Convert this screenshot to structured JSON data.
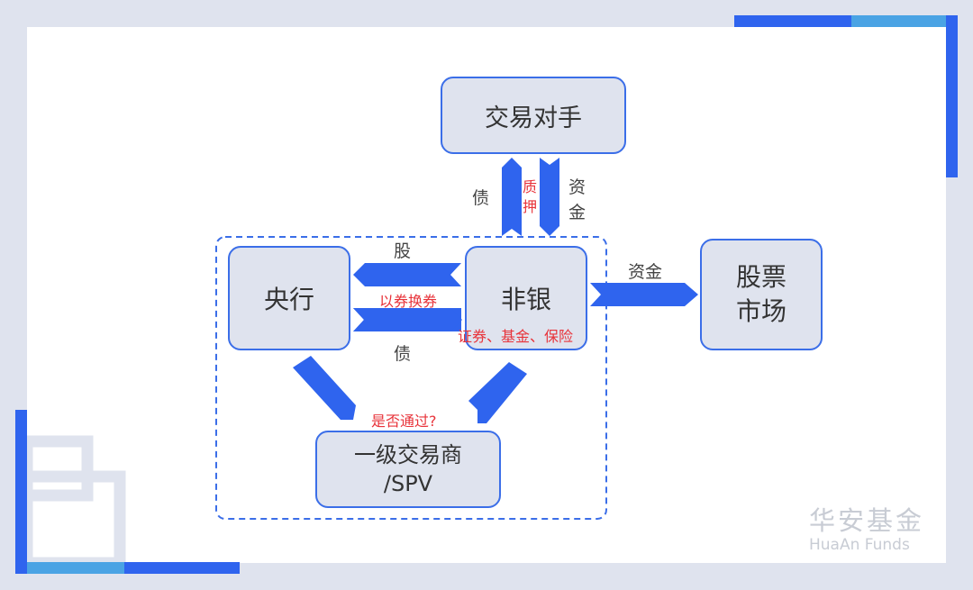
{
  "colors": {
    "accent": "#2f64ee",
    "light_accent": "#4aa3e4",
    "box_fill": "#dfe3ee",
    "annotation": "#e8333a",
    "frame": "#dfe3ee"
  },
  "nodes": {
    "counterparty": "交易对手",
    "central_bank": "央行",
    "non_bank": "非银",
    "stock_market_line1": "股票",
    "stock_market_line2": "市场",
    "dealer_line1": "一级交易商",
    "dealer_line2": "/SPV"
  },
  "edges": {
    "bond_up": "债",
    "pledge_line1": "质",
    "pledge_line2": "押",
    "funds_down_line1": "资",
    "funds_down_line2": "金",
    "equity": "股",
    "bond_swap": "以券换券",
    "bond": "债",
    "funds_to_market": "资金",
    "approved": "是否通过?",
    "non_bank_types": "证券、基金、保险"
  },
  "logo": {
    "cn": "华安基金",
    "en": "HuaAn Funds"
  }
}
